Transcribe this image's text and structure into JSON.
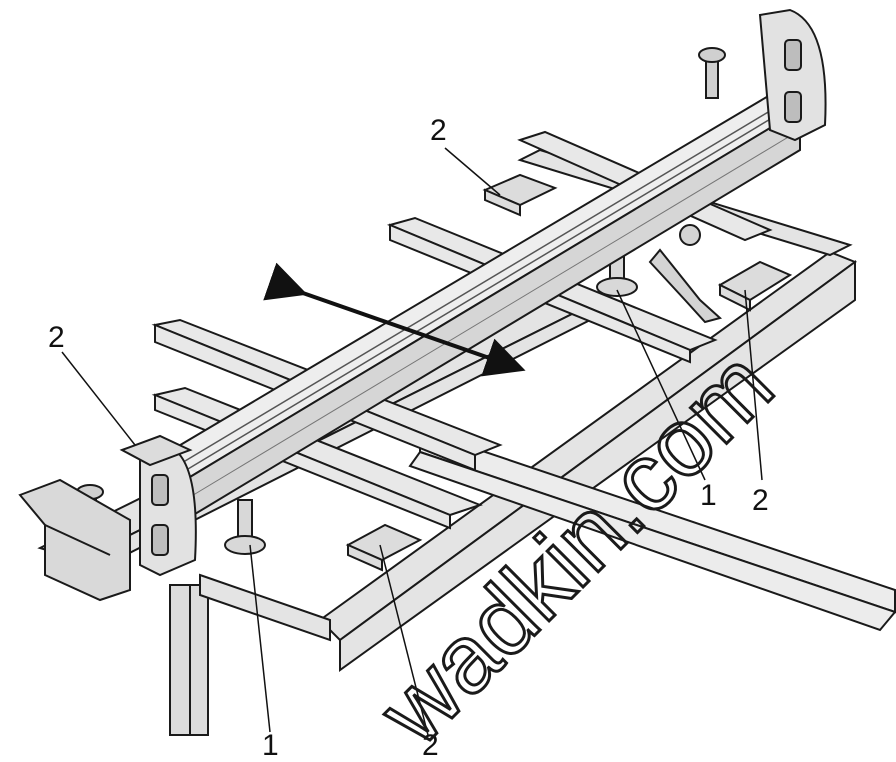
{
  "callouts": {
    "top_center": "2",
    "left_upper": "2",
    "right_lower": "2",
    "bottom_center": "2",
    "right_one": "1",
    "bottom_one": "1"
  },
  "watermark": "wadkin.com",
  "colors": {
    "line": "#1a1a1a",
    "fill_light": "#e2e2e2",
    "fill_mid": "#c9c9c9",
    "fill_dark": "#a8a8a8",
    "background": "#ffffff"
  }
}
